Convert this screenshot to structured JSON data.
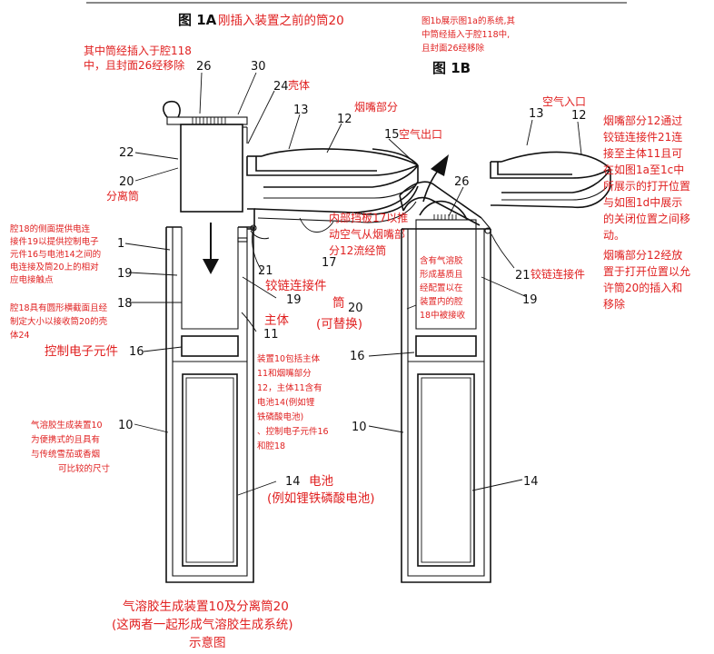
{
  "fig_a": {
    "title_prefix": "图 1A",
    "title_suffix": "刚插入装置之前的筒20"
  },
  "fig_b": {
    "title": "图 1B",
    "caption_lines": [
      "图1b展示图1a的系统,其",
      "中筒经插入于腔118中,",
      "且封面26经移除"
    ]
  },
  "numbers": {
    "n26": "26",
    "n30": "30",
    "n24": "24",
    "n13": "13",
    "n12": "12",
    "n15": "15",
    "n22": "22",
    "n20": "20",
    "n1": "1",
    "n19": "19",
    "n18": "18",
    "n21": "21",
    "n17": "17",
    "n16": "16",
    "n11": "11",
    "n10": "10",
    "n14": "14",
    "b13": "13",
    "b12": "12",
    "b26": "26",
    "b21": "21",
    "b20": "20",
    "b19": "19",
    "b16": "16",
    "b10": "10",
    "b14": "14"
  },
  "annotations": {
    "seal_removed": [
      "其中筒经插入于腔118",
      "中，且封面26经移除"
    ],
    "shell": "壳体",
    "mouthpiece_part": "烟嘴部分",
    "air_outlet": "空气出口",
    "separation_cartridge": "分离筒",
    "cavity_side": [
      "腔18的侧面提供电连",
      "接件19以提供控制电子",
      "元件16与电池14之间的",
      "电连接及筒20上的相对",
      "应电接触点"
    ],
    "inner_baffle": [
      "内部挡板17以推",
      "动空气从烟嘴部",
      "分12流经筒"
    ],
    "hinge_connector_a": "铰链连接件",
    "cavity_shape": [
      "腔18具有圆形横截面且经",
      "制定大小以接收筒20的壳",
      "体24"
    ],
    "cartridge_replaceable": [
      "筒",
      "(可替换)"
    ],
    "main_body": "主体",
    "control_electronics": "控制电子元件",
    "device_desc": [
      "装置10包括主体",
      "11和烟嘴部分",
      "12，主体11含有",
      "电池14(例如锂",
      "铁磷酸电池)",
      "、控制电子元件16",
      "和腔18"
    ],
    "portable_size": [
      "气溶胶生成装置10",
      "为便携式的且具有",
      "与传统雪茄或香烟",
      "可比较的尺寸"
    ],
    "battery": [
      "电池",
      "(例如锂铁磷酸电池)"
    ],
    "bottom_caption": [
      "气溶胶生成装置10及分离筒20",
      "(这两者一起形成气溶胶生成系统)",
      "示意图"
    ],
    "air_inlet": "空气入口",
    "hinge_desc": [
      "烟嘴部分12通过",
      "铰链连接件21连",
      "接至主体11且可",
      "在如图1a至1c中",
      "所展示的打开位置",
      "与如图1d中展示",
      "的关闭位置之间移",
      "动。"
    ],
    "hinge_connector_b": "铰链连接件",
    "mouthpiece_open": [
      "烟嘴部分12经放",
      "置于打开位置以允",
      "许筒20的插入和",
      "移除"
    ],
    "substrate": [
      "含有气溶胶",
      "形成基质且",
      "经配置以在",
      "装置内的腔",
      "18中被接收"
    ]
  },
  "colors": {
    "annotation": "#e02020",
    "line": "#111111"
  }
}
